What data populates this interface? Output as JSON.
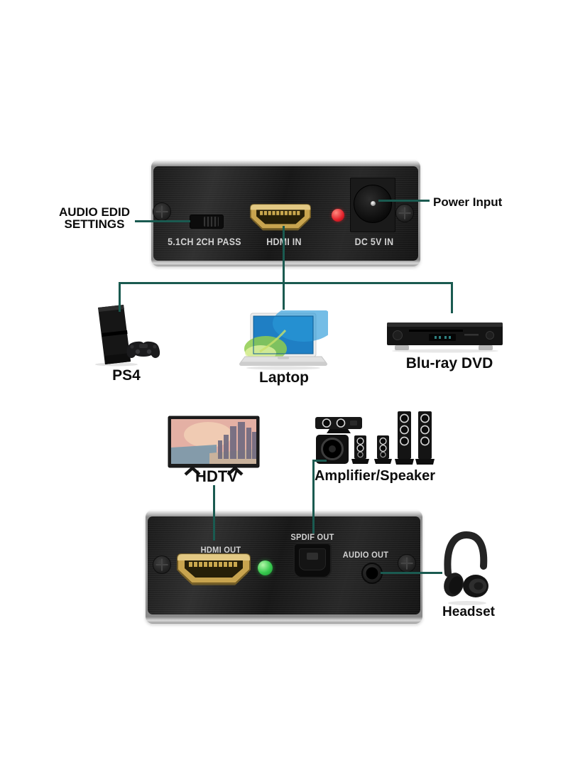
{
  "diagram": {
    "type": "product-connection-diagram",
    "subject": "HDMI audio extractor box, front and rear panels with connected devices"
  },
  "colors": {
    "background": "#ffffff",
    "connector_line": "#1a5a50",
    "device_body": "#1c1c1c",
    "device_edge_silver": "#c9c9c9",
    "hdmi_gold": "#c8a44f",
    "led_red": "#e3202a",
    "led_green": "#37c94e",
    "label_text": "#0c0c0c",
    "panel_text": "#d2d2d2"
  },
  "top_device": {
    "switch_caption": "5.1CH 2CH PASS",
    "hdmi_caption": "HDMI IN",
    "dc_caption": "DC 5V IN",
    "led": "red"
  },
  "bottom_device": {
    "hdmi_caption": "HDMI OUT",
    "spdif_caption": "SPDIF OUT",
    "audio_caption": "AUDIO OUT",
    "led": "green"
  },
  "callouts": {
    "audio_edid": {
      "line1": "AUDIO EDID",
      "line2": "SETTINGS"
    },
    "power_input": "Power Input",
    "headset": "Headset"
  },
  "input_devices": [
    {
      "id": "ps4",
      "label": "PS4"
    },
    {
      "id": "laptop",
      "label": "Laptop"
    },
    {
      "id": "bluray",
      "label": "Blu-ray DVD"
    }
  ],
  "output_devices": [
    {
      "id": "hdtv",
      "label": "HDTV"
    },
    {
      "id": "amplifier",
      "label": "Amplifier/Speaker"
    }
  ]
}
